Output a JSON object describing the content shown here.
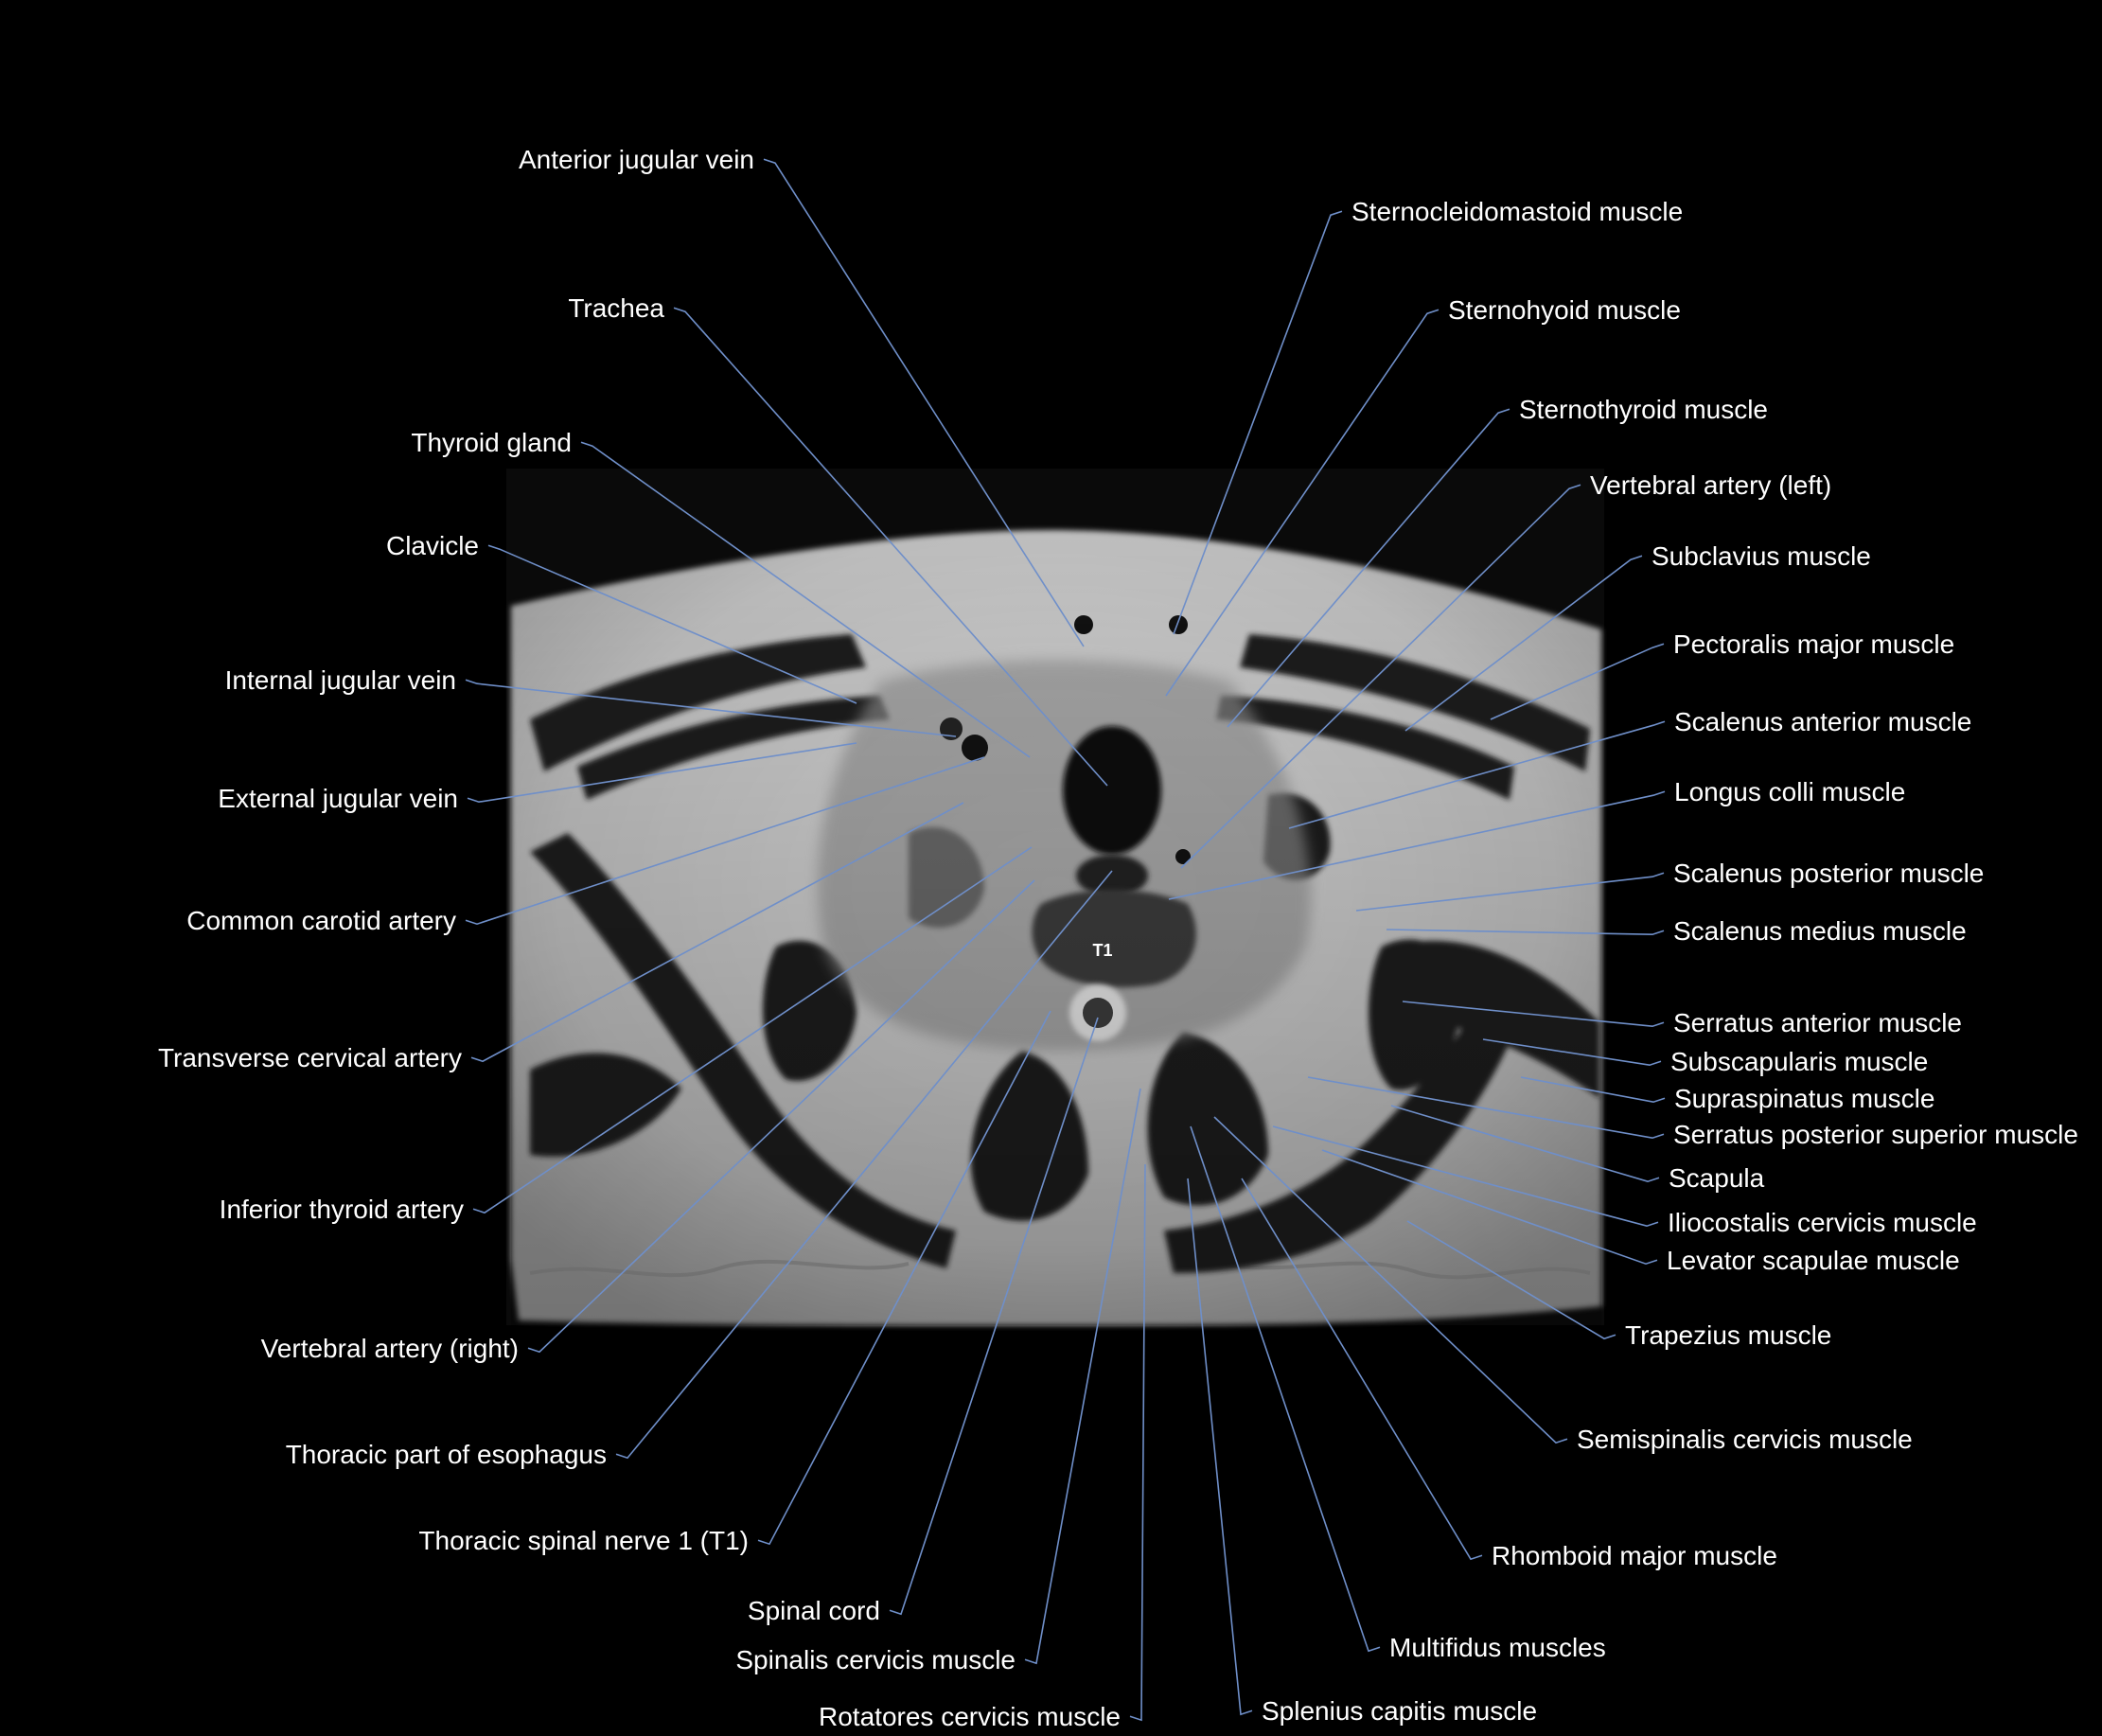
{
  "scan": {
    "vertebra_label": "T1",
    "colors": {
      "background": "#000000",
      "leader_line": "#6f8fc9",
      "label_text": "#ffffff"
    }
  },
  "labels": [
    {
      "id": "anterior-jugular-vein",
      "text": "Anterior jugular vein"
    },
    {
      "id": "trachea",
      "text": "Trachea"
    },
    {
      "id": "thyroid-gland",
      "text": "Thyroid gland"
    },
    {
      "id": "clavicle",
      "text": "Clavicle"
    },
    {
      "id": "internal-jugular-vein",
      "text": "Internal jugular vein"
    },
    {
      "id": "external-jugular-vein",
      "text": "External jugular vein"
    },
    {
      "id": "common-carotid-artery",
      "text": "Common carotid artery"
    },
    {
      "id": "transverse-cervical-artery",
      "text": "Transverse cervical artery"
    },
    {
      "id": "inferior-thyroid-artery",
      "text": "Inferior thyroid artery"
    },
    {
      "id": "vertebral-artery-right",
      "text": "Vertebral artery (right)"
    },
    {
      "id": "thoracic-part-of-esophagus",
      "text": "Thoracic part of esophagus"
    },
    {
      "id": "thoracic-spinal-nerve-1",
      "text": "Thoracic spinal nerve 1 (T1)"
    },
    {
      "id": "spinal-cord",
      "text": "Spinal cord"
    },
    {
      "id": "spinalis-cervicis-muscle",
      "text": "Spinalis cervicis muscle"
    },
    {
      "id": "rotatores-cervicis-muscle",
      "text": "Rotatores cervicis muscle"
    },
    {
      "id": "splenius-capitis-muscle",
      "text": "Splenius capitis muscle"
    },
    {
      "id": "multifidus-muscles",
      "text": "Multifidus muscles"
    },
    {
      "id": "rhomboid-major-muscle",
      "text": "Rhomboid major muscle"
    },
    {
      "id": "semispinalis-cervicis-muscle",
      "text": "Semispinalis cervicis muscle"
    },
    {
      "id": "trapezius-muscle",
      "text": "Trapezius muscle"
    },
    {
      "id": "levator-scapulae-muscle",
      "text": "Levator scapulae muscle"
    },
    {
      "id": "iliocostalis-cervicis-muscle",
      "text": "Iliocostalis cervicis muscle"
    },
    {
      "id": "scapula",
      "text": "Scapula"
    },
    {
      "id": "serratus-posterior-superior-muscle",
      "text": "Serratus posterior superior muscle"
    },
    {
      "id": "supraspinatus-muscle",
      "text": "Supraspinatus muscle"
    },
    {
      "id": "subscapularis-muscle",
      "text": "Subscapularis muscle"
    },
    {
      "id": "serratus-anterior-muscle",
      "text": "Serratus anterior muscle"
    },
    {
      "id": "scalenus-medius-muscle",
      "text": "Scalenus medius muscle"
    },
    {
      "id": "scalenus-posterior-muscle",
      "text": "Scalenus posterior muscle"
    },
    {
      "id": "longus-colli-muscle",
      "text": "Longus colli muscle"
    },
    {
      "id": "scalenus-anterior-muscle",
      "text": "Scalenus anterior muscle"
    },
    {
      "id": "pectoralis-major-muscle",
      "text": "Pectoralis major muscle"
    },
    {
      "id": "subclavius-muscle",
      "text": "Subclavius muscle"
    },
    {
      "id": "vertebral-artery-left",
      "text": "Vertebral artery (left)"
    },
    {
      "id": "sternothyroid-muscle",
      "text": "Sternothyroid muscle"
    },
    {
      "id": "sternohyoid-muscle",
      "text": "Sternohyoid muscle"
    },
    {
      "id": "sternocleidomastoid-muscle",
      "text": "Sternocleidomastoid muscle"
    }
  ]
}
